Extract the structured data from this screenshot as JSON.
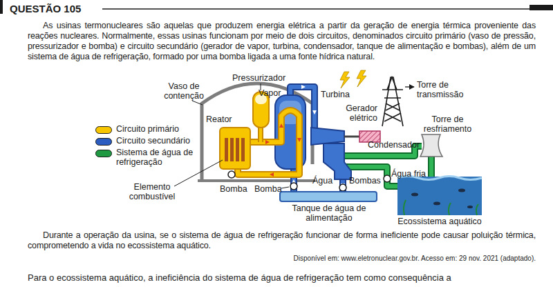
{
  "diagram": {
    "title": "QUESTÃO 105",
    "labels": [
      "As usinas termonucleares são aquelas que produzem energia elétrica a partir da geração de energia térmica proveniente das reações nucleares. Normalmente, essas usinas funcionam por meio de dois circuitos, denominados circuito primário (vaso de pressão, pressurizador e bomba) e circuito secundário (gerador de vapor, turbina, condensador, tanque de alimentação e bombas), além de um sistema de água de refrigeração, formado por uma bomba ligada a uma fonte hídrica natural.",
      "Vaso de contenção",
      "Pressurizador",
      "Vapor",
      "Turbina",
      "Torre de transmissão",
      "Reator",
      "Gerador elétrico",
      "Torre de resfriamento",
      "Condensador",
      "Elemento combustível",
      "Bomba",
      "Bomba",
      "Água",
      "Bombas",
      "Água fria",
      "Tanque de água de alimentação",
      "Ecossistema aquático",
      "Durante a operação da usina, se o sistema de água de refrigeração funcionar de forma ineficiente pode causar poluição térmica, comprometendo a vida no ecossistema aquático.",
      "Disponível em: www.eletronuclear.gov.br. Acesso em: 29 nov. 2021 (adaptado).",
      "Para o ecossistema aquático, a ineficiência do sistema de água de refrigeração tem como consequência a"
    ],
    "legend": [
      {
        "text": "Circuito primário",
        "color": "#f7c600"
      },
      {
        "text": "Circuito secundário",
        "color": "#2b5cc0"
      },
      {
        "text": "Sistema de água de refrigeração",
        "color": "#1f9a43"
      }
    ]
  }
}
